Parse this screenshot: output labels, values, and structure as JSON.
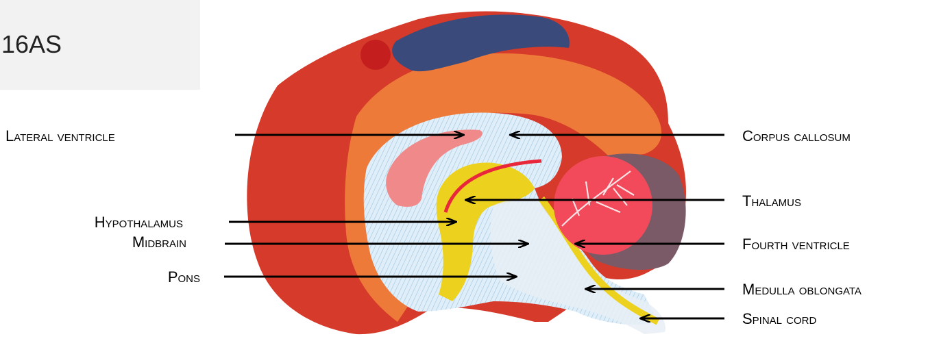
{
  "header": {
    "title": "16AS"
  },
  "labels": {
    "lateral_ventricle": "Lateral ventricle",
    "corpus_callosum": "Corpus callosum",
    "thalamus": "Thalamus",
    "hypothalamus": "Hypothalamus",
    "midbrain": "Midbrain",
    "fourth_ventricle": "Fourth ventricle",
    "pons": "Pons",
    "medulla_oblongata": "Medulla oblongata",
    "spinal_cord": "Spinal cord"
  },
  "colors": {
    "cerebrum_outer": "#d63a2a",
    "cortex_orange": "#ee7a3a",
    "parietal_blue": "#3a4a7a",
    "fiber_blue": "#cfe3f0",
    "ventricle_pink": "#f08a8a",
    "diencephalon_yellow": "#ecd21e",
    "cerebellum_pink": "#f24a5a",
    "cerebellum_gray": "#7a5a66",
    "brainstem_white": "#eef0f3"
  }
}
